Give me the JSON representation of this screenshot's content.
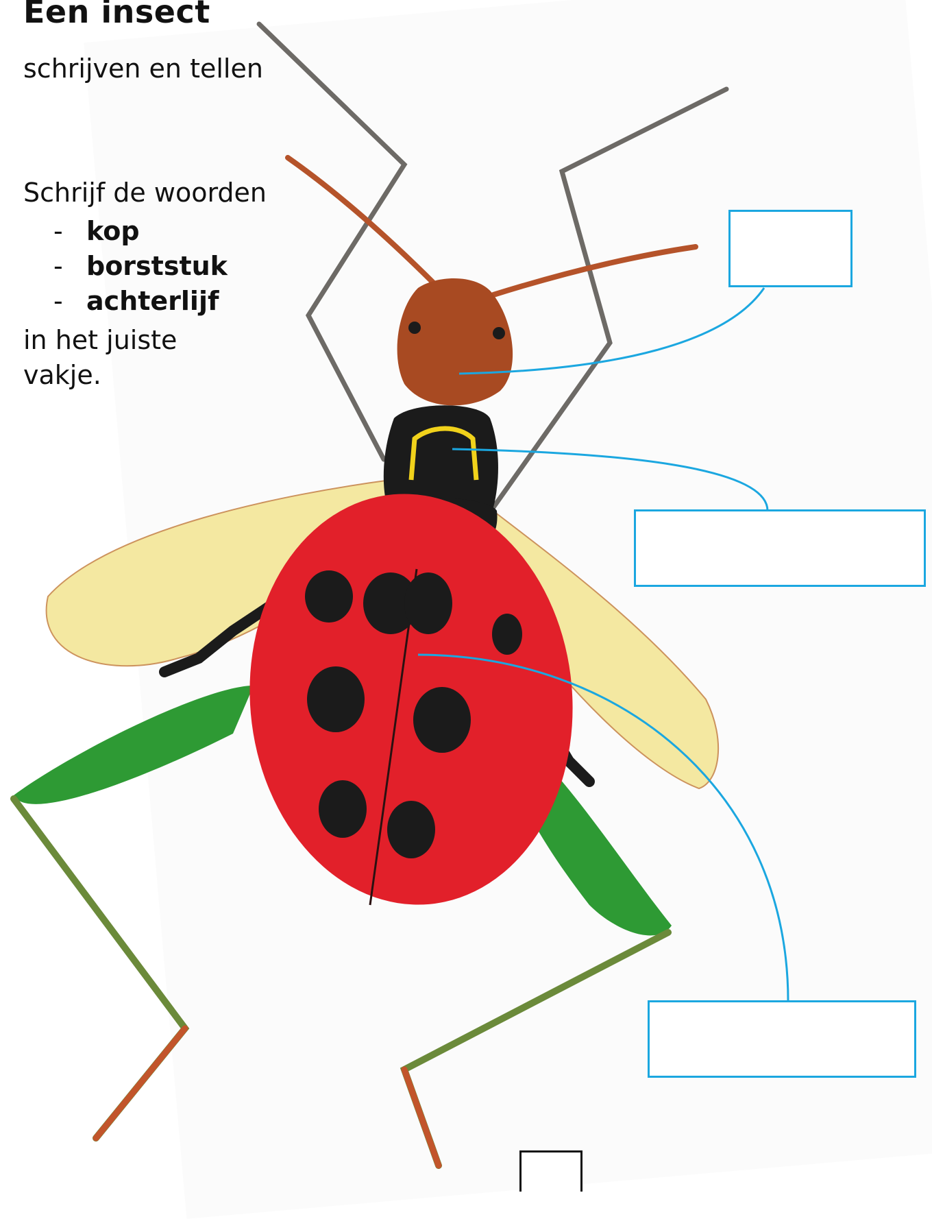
{
  "header": {
    "title": "Een insect",
    "subtitle": "schrijven en tellen"
  },
  "instructions": {
    "intro": "Schrijf de woorden",
    "words": [
      {
        "dash": "-",
        "word": "kop"
      },
      {
        "dash": "-",
        "word": "borststuk"
      },
      {
        "dash": "-",
        "word": "achterlijf"
      }
    ],
    "outro": "in het juiste vakje."
  },
  "colors": {
    "leader_line": "#1ba7e0",
    "box_border": "#1ba7e0",
    "ladybug_red": "#e2202a",
    "head_brown": "#a84a22",
    "thorax_black": "#1b1b1b",
    "wing_yellow": "#f4e79a",
    "leg_green": "#2e9a34"
  },
  "illustration": {
    "subject": "insect (ladybug body with wings, antennae and legs)",
    "icon": "insect-illustration"
  }
}
